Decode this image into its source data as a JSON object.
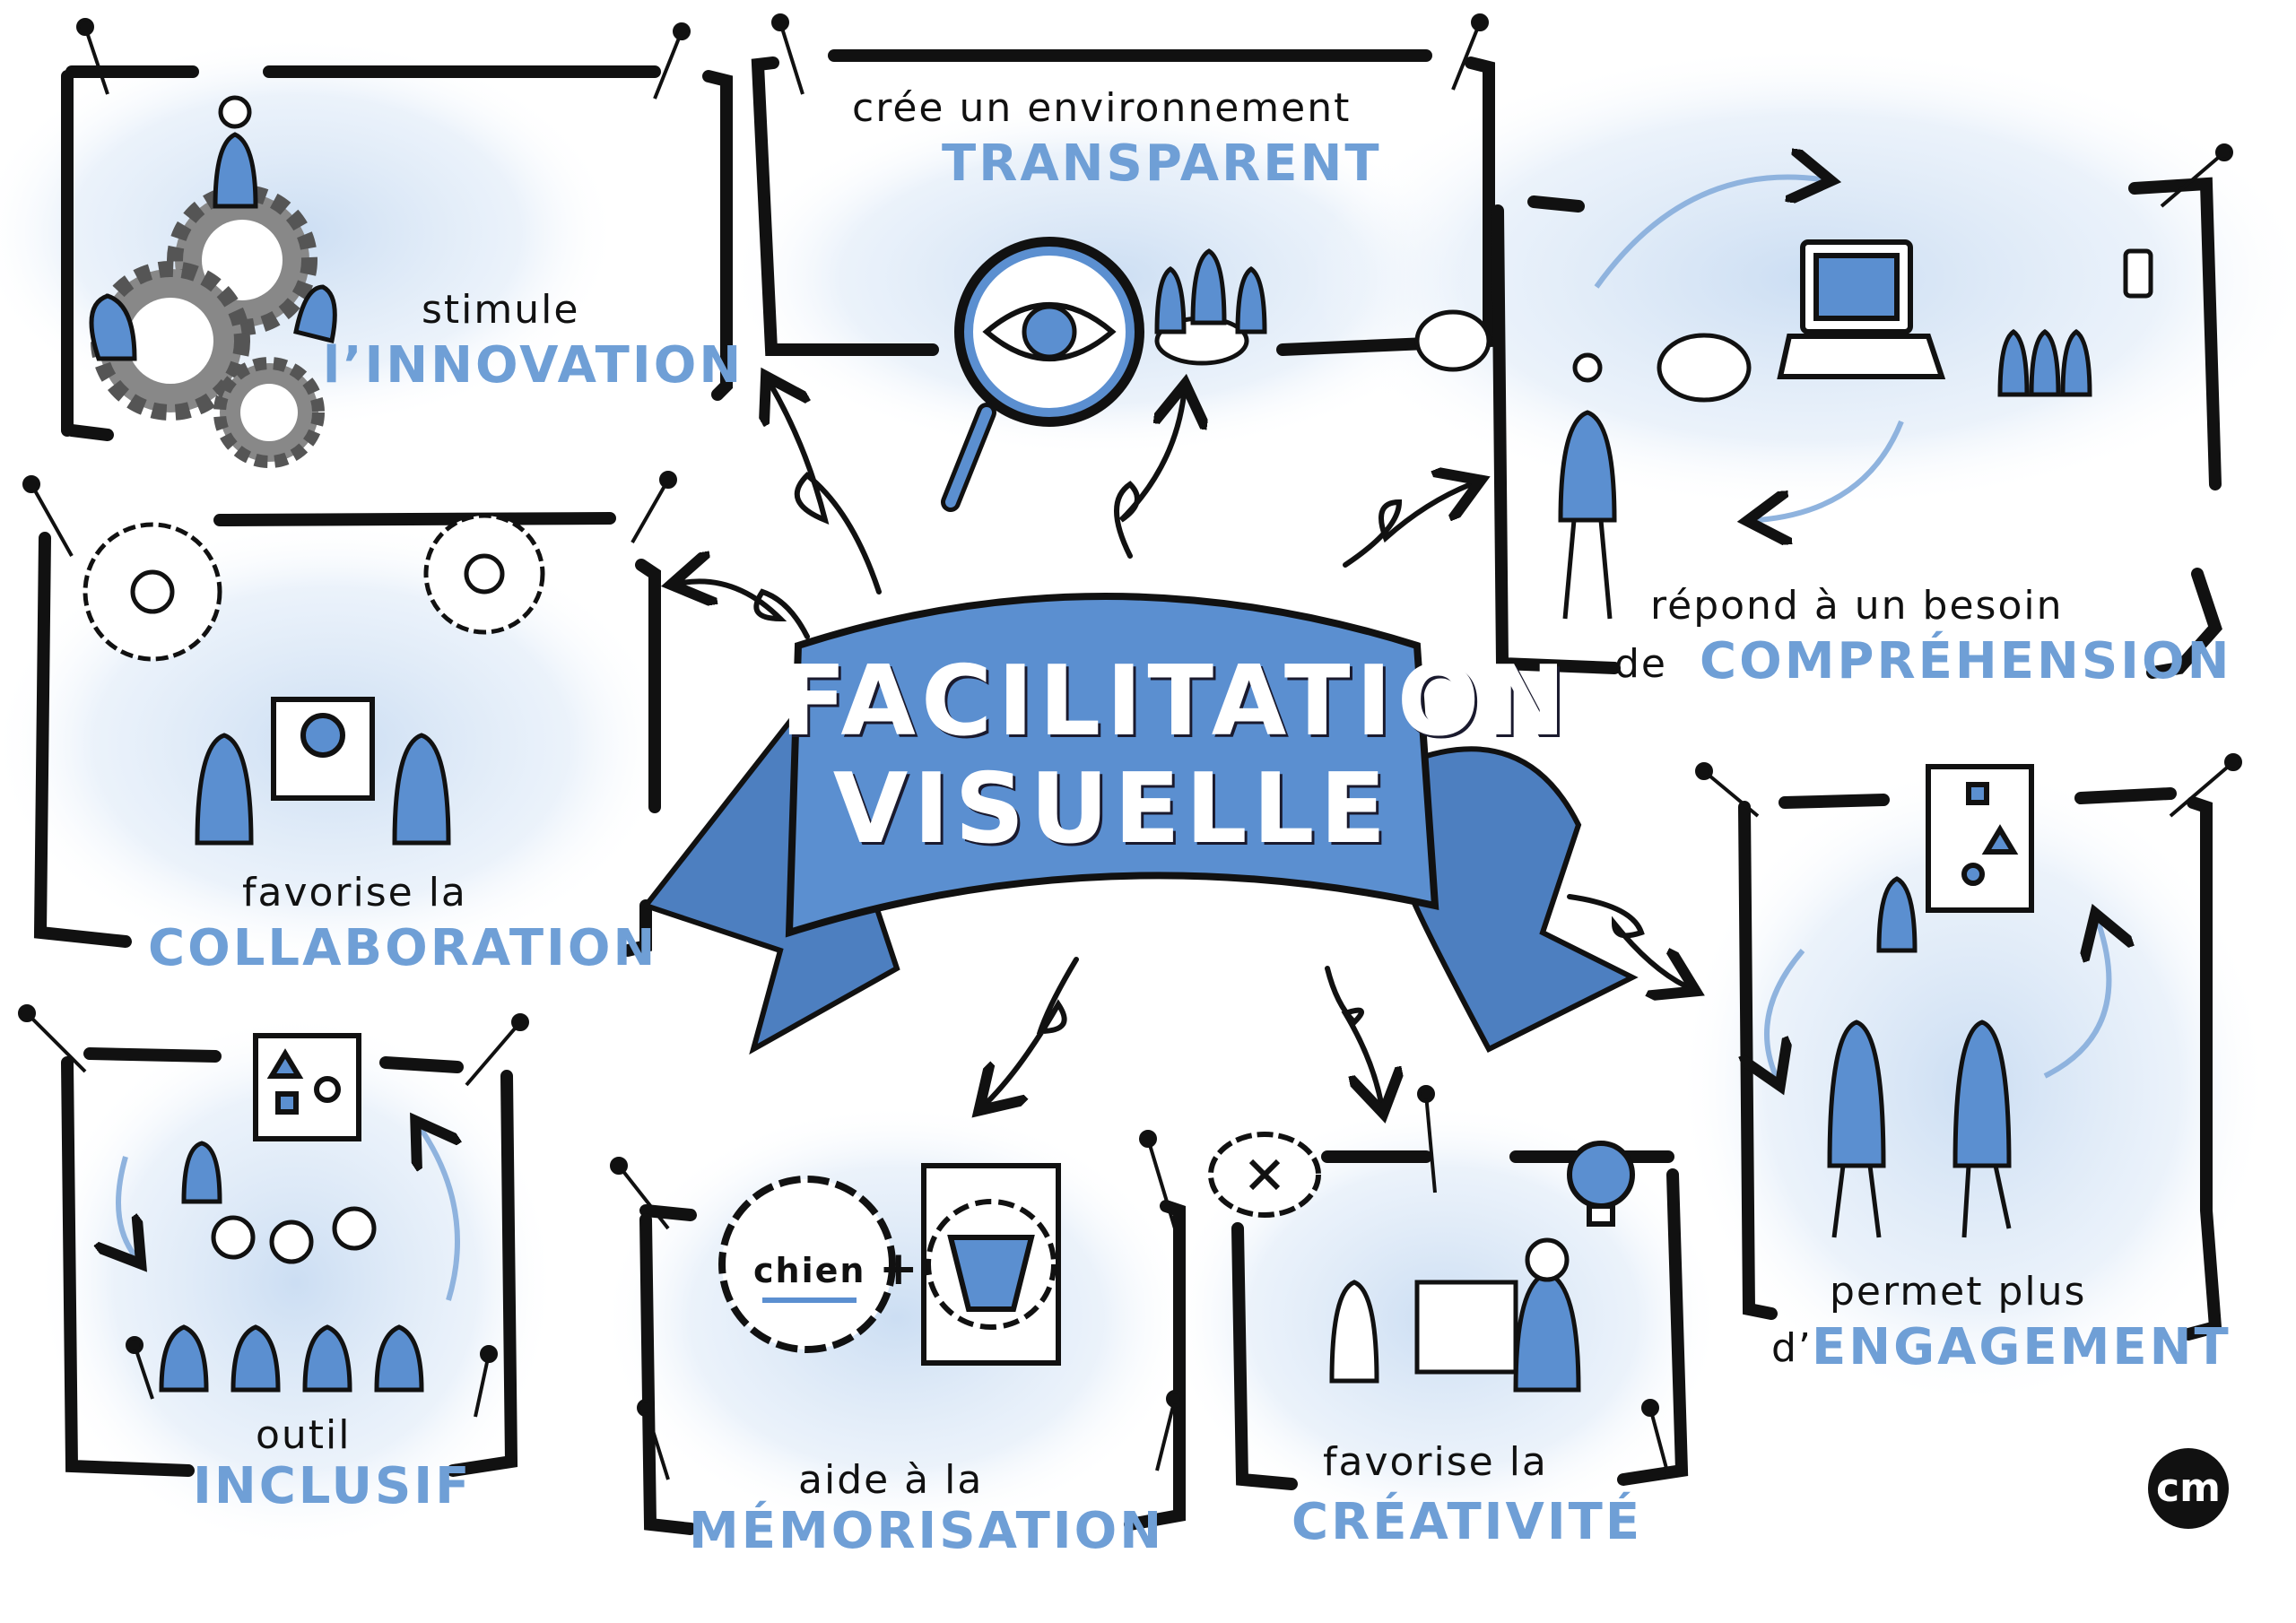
{
  "title": {
    "line1": "FACILITATION",
    "line2": "VISUELLE"
  },
  "panels": {
    "innovation": {
      "small": "stimule",
      "big": "l’INNOVATION"
    },
    "transparent": {
      "small": "crée un environnement",
      "big": "TRANSPARENT"
    },
    "comprehension": {
      "small": "répond à un besoin",
      "prefix": "de",
      "big": "COMPRÉHENSION"
    },
    "collaboration": {
      "small": "favorise la",
      "big": "COLLABORATION"
    },
    "engagement": {
      "small": "permet plus",
      "prefix": "d’",
      "big": "ENGAGEMENT"
    },
    "inclusif": {
      "small": "outil",
      "big": "INCLUSIF"
    },
    "memorisation": {
      "small": "aide à la",
      "big": "MÉMORISATION",
      "word": "chien",
      "plus": "+"
    },
    "creativite": {
      "small": "favorise la",
      "big": "CRÉATIVITÉ"
    }
  },
  "logo": "cm",
  "colors": {
    "accent": "#6f9fd6",
    "banner": "#5b8fd0",
    "banner_dark": "#3f72b5",
    "ink": "#111111",
    "haze": "#d8e6f6"
  }
}
